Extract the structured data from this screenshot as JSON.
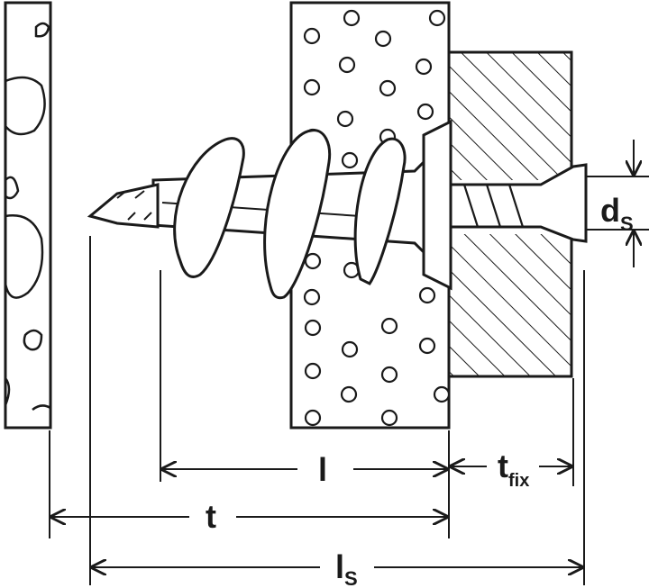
{
  "diagram": {
    "labels": {
      "ds_main": "d",
      "ds_sub": "S",
      "l": "l",
      "tfix_main": "t",
      "tfix_sub": "fix",
      "t": "t",
      "ls_main": "l",
      "ls_sub": "S"
    },
    "colors": {
      "ink": "#1a1a1a",
      "background": "#ffffff",
      "screw_fill": "#ffffff"
    }
  }
}
